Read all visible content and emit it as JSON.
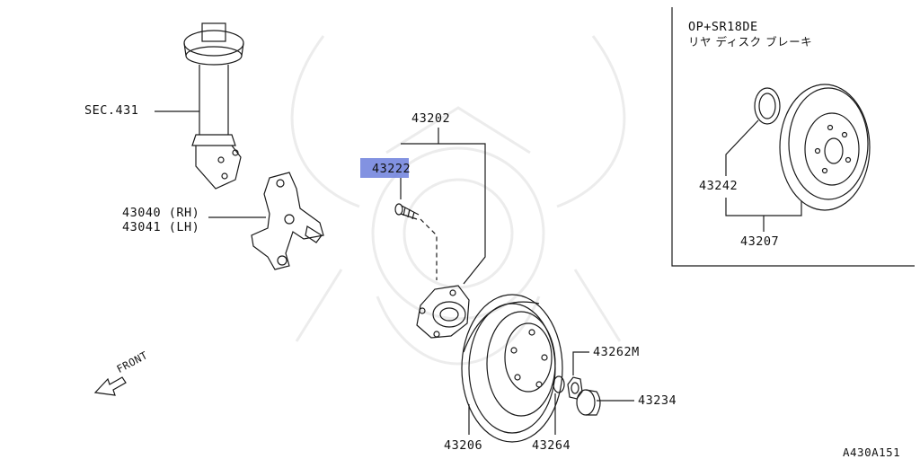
{
  "diagram": {
    "colors": {
      "line": "#1a1a1a",
      "highlight": "#6c7fdc",
      "watermark": "#e9e9e9"
    },
    "parts": {
      "sec": "SEC.431",
      "knuckle_rh": "43040 (RH)",
      "knuckle_lh": "43041 (LH)",
      "hub_assembly": "43202",
      "hub_bolt": "43222",
      "drum": "43206",
      "washer": "43264",
      "nut": "43262M",
      "cap": "43234"
    },
    "direction_label": "FRONT",
    "inset": {
      "title_line1": "OP+SR18DE",
      "title_line2": "リヤ ディスク ブレーキ",
      "seal": "43242",
      "rotor": "43207"
    },
    "figure_code": "A430A151"
  }
}
